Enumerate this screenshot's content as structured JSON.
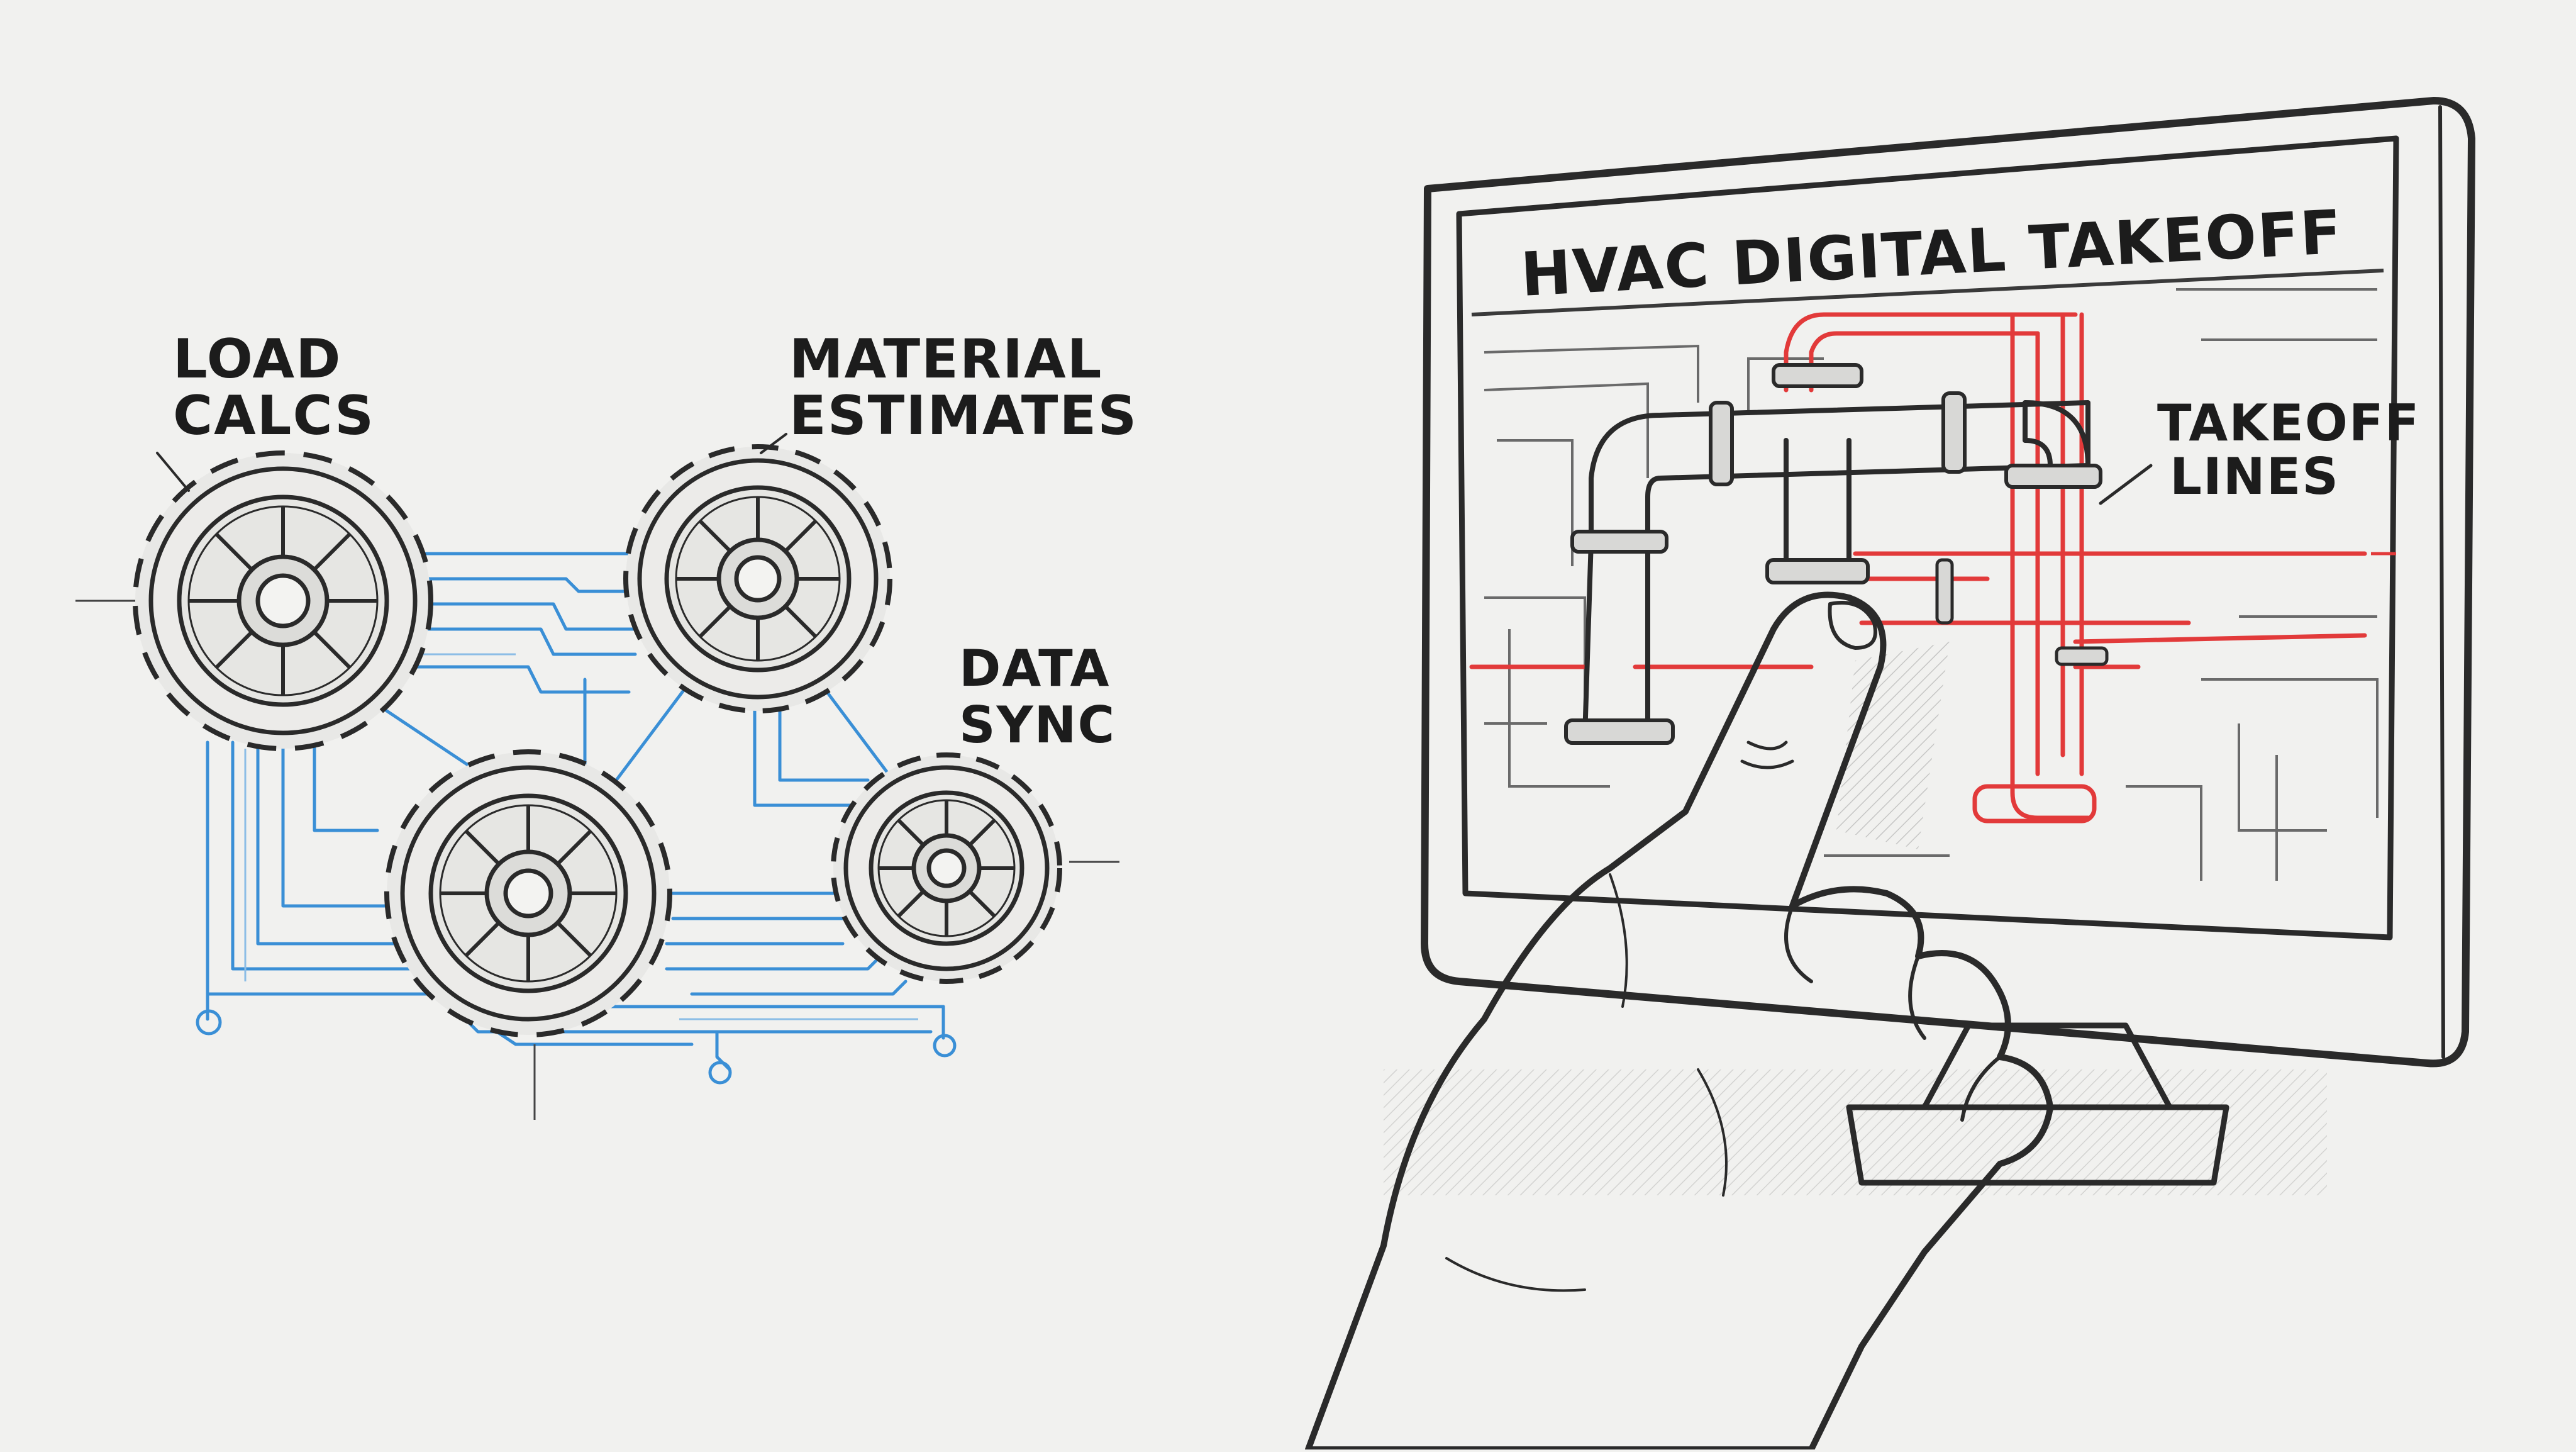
{
  "labels": {
    "load_calcs": [
      "LOAD",
      "CALCS"
    ],
    "material_estimates": [
      "MATERIAL",
      "ESTIMATES"
    ],
    "data_sync": [
      "DATA",
      "SYNC"
    ],
    "takeoff_lines": [
      "TAKEOFF",
      "LINES"
    ]
  },
  "monitor": {
    "title": "HVAC DIGITAL TAKEOFF"
  },
  "colors": {
    "background": "#f1f1ef",
    "ink": "#2a2a2a",
    "circuit_blue": "#3a8fd6",
    "takeoff_red": "#e23a3a"
  }
}
